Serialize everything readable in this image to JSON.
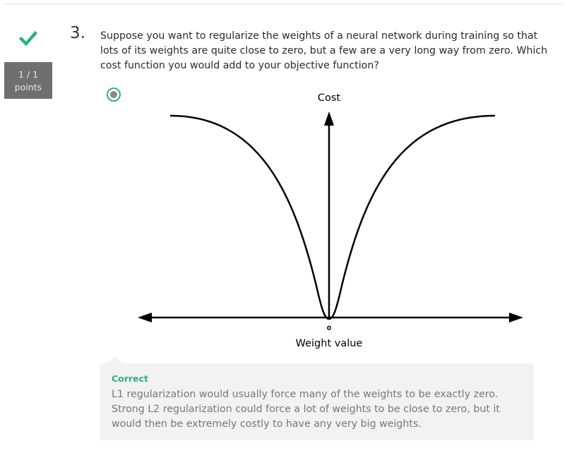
{
  "status": {
    "icon": "checkmark-icon",
    "color": "#2ab27b"
  },
  "points": {
    "score": "1 / 1",
    "label": "points"
  },
  "question": {
    "number": "3.",
    "text": "Suppose you want to regularize the weights of a neural network during training so that lots of its weights are quite close to zero, but a few are a very long way from zero. Which cost function you would add to your objective function?"
  },
  "option": {
    "selected": true,
    "accent": "#2ab27b"
  },
  "figure": {
    "y_label": "Cost",
    "x_label": "Weight value",
    "origin_label": "0"
  },
  "feedback": {
    "title": "Correct",
    "text": "L1 regularization would usually force many of the weights to be exactly zero. Strong L2 regularization could force a lot of weights to be close to zero, but it would then be extremely costly to have any very big weights."
  }
}
